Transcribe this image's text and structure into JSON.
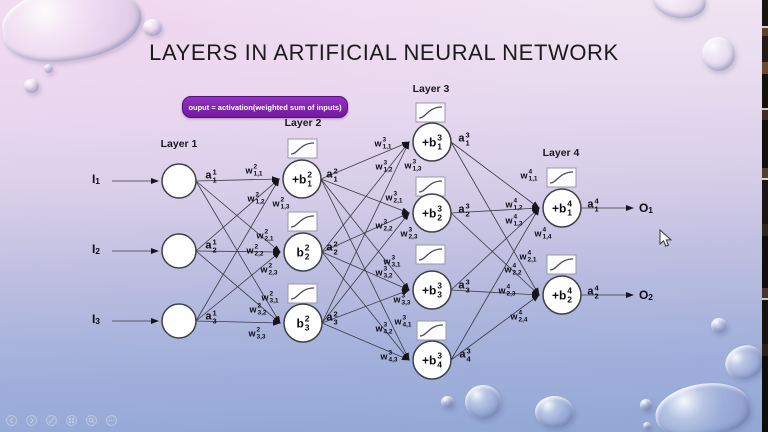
{
  "slide": {
    "title": "LAYERS IN ARTIFICIAL NEURAL NETWORK",
    "formula_badge": "ouput = activation(weighted sum of inputs)"
  },
  "network": {
    "layer_labels": [
      "Layer 1",
      "Layer 2",
      "Layer 3",
      "Layer 4"
    ],
    "inputs": [
      {
        "base": "I",
        "sub": "1"
      },
      {
        "base": "I",
        "sub": "2"
      },
      {
        "base": "I",
        "sub": "3"
      }
    ],
    "outputs": [
      {
        "base": "O",
        "sub": "1"
      },
      {
        "base": "O",
        "sub": "2"
      }
    ],
    "node_labels": [
      [],
      [
        {
          "base": "+b",
          "sup": "2",
          "sub": "1"
        },
        {
          "base": "b",
          "sup": "2",
          "sub": "2"
        },
        {
          "base": "b",
          "sup": "2",
          "sub": "3"
        }
      ],
      [
        {
          "base": "+b",
          "sup": "3",
          "sub": "1"
        },
        {
          "base": "+b",
          "sup": "3",
          "sub": "2"
        },
        {
          "base": "+b",
          "sup": "3",
          "sub": "3"
        },
        {
          "base": "+b",
          "sup": "3",
          "sub": "4"
        }
      ],
      [
        {
          "base": "+b",
          "sup": "4",
          "sub": "1"
        },
        {
          "base": "+b",
          "sup": "4",
          "sub": "2"
        }
      ]
    ],
    "activation_labels": [
      [
        {
          "base": "a",
          "sup": "1",
          "sub": "1"
        },
        {
          "base": "a",
          "sup": "1",
          "sub": "2"
        },
        {
          "base": "a",
          "sup": "1",
          "sub": "3"
        }
      ],
      [
        {
          "base": "a",
          "sup": "2",
          "sub": "1"
        },
        {
          "base": "a",
          "sup": "2",
          "sub": "2"
        },
        {
          "base": "a",
          "sup": "2",
          "sub": "3"
        }
      ],
      [
        {
          "base": "a",
          "sup": "3",
          "sub": "1"
        },
        {
          "base": "a",
          "sup": "3",
          "sub": "2"
        },
        {
          "base": "a",
          "sup": "3",
          "sub": "3"
        },
        {
          "base": "a",
          "sup": "3",
          "sub": "4"
        }
      ],
      [
        {
          "base": "a",
          "sup": "4",
          "sub": "1"
        },
        {
          "base": "a",
          "sup": "4",
          "sub": "2"
        }
      ]
    ],
    "weight_labels": [
      {
        "base": "w",
        "sup": "2",
        "subs": [
          "1,1",
          "1,2",
          "1,3",
          "2,1",
          "2,2",
          "2,3",
          "3,1",
          "3,2",
          "3,3"
        ]
      },
      {
        "base": "w",
        "sup": "3",
        "subs": [
          "1,1",
          "1,2",
          "1,3",
          "2,1",
          "2,2",
          "2,3",
          "3,1",
          "3,2",
          "3,3",
          "4,1",
          "4,2",
          "4,3"
        ]
      },
      {
        "base": "w",
        "sup": "4",
        "subs": [
          "1,1",
          "1,2",
          "1,3",
          "1,4",
          "2,1",
          "2,2",
          "2,3",
          "2,4"
        ]
      }
    ],
    "activation_icon": "sigmoid-curve-icon",
    "nodes_per_layer": [
      3,
      3,
      4,
      2
    ]
  },
  "presenter_toolbar": {
    "icons": [
      "previous-slide",
      "next-slide",
      "pen",
      "see-all-slides",
      "zoom",
      "more-options"
    ]
  },
  "colors": {
    "badge_purple": "#7e22a8",
    "edge": "#3a3a44",
    "node_fill": "#fefefe",
    "background_top": "#f2e6f3",
    "background_bottom": "#92a7d5"
  }
}
